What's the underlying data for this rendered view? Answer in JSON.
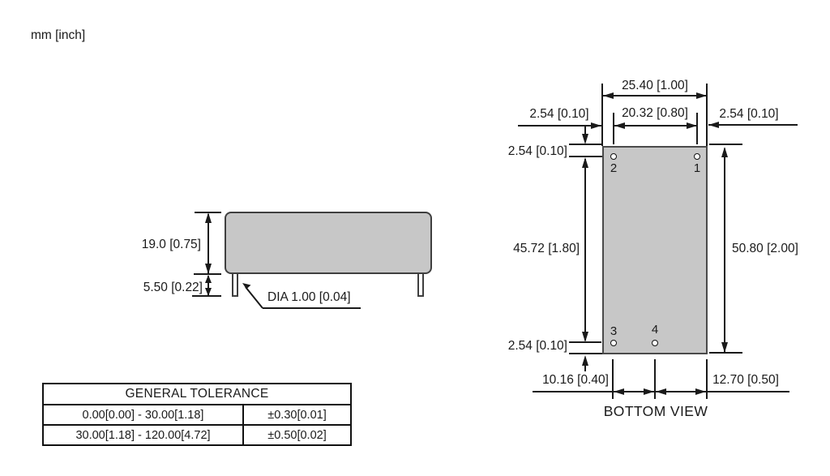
{
  "units_label": "mm [inch]",
  "side_view": {
    "dim_body_height": "19.0 [0.75]",
    "dim_pin_length": "5.50 [0.22]",
    "dim_pin_diameter": "DIA 1.00 [0.04]"
  },
  "bottom_view": {
    "title": "BOTTOM VIEW",
    "dim_body_width": "25.40 [1.00]",
    "dim_pin_span_x": "20.32 [0.80]",
    "dim_margin_left": "2.54 [0.10]",
    "dim_margin_right": "2.54 [0.10]",
    "dim_top_pin_offset": "2.54 [0.10]",
    "dim_pin_span_y": "45.72 [1.80]",
    "dim_body_height": "50.80 [2.00]",
    "dim_bottom_pin_offset": "2.54 [0.10]",
    "dim_pin3_to_pin4": "10.16 [0.40]",
    "dim_pin4_to_edge": "12.70 [0.50]",
    "pins": [
      {
        "number": "2"
      },
      {
        "number": "1"
      },
      {
        "number": "3"
      },
      {
        "number": "4"
      }
    ]
  },
  "tolerance_table": {
    "title": "GENERAL TOLERANCE",
    "rows": [
      {
        "range": "0.00[0.00] - 30.00[1.18]",
        "tolerance": "±0.30[0.01]"
      },
      {
        "range": "30.00[1.18] - 120.00[4.72]",
        "tolerance": "±0.50[0.02]"
      }
    ]
  },
  "colors": {
    "body_fill": "#c7c7c7",
    "line": "#1a1a1a"
  }
}
